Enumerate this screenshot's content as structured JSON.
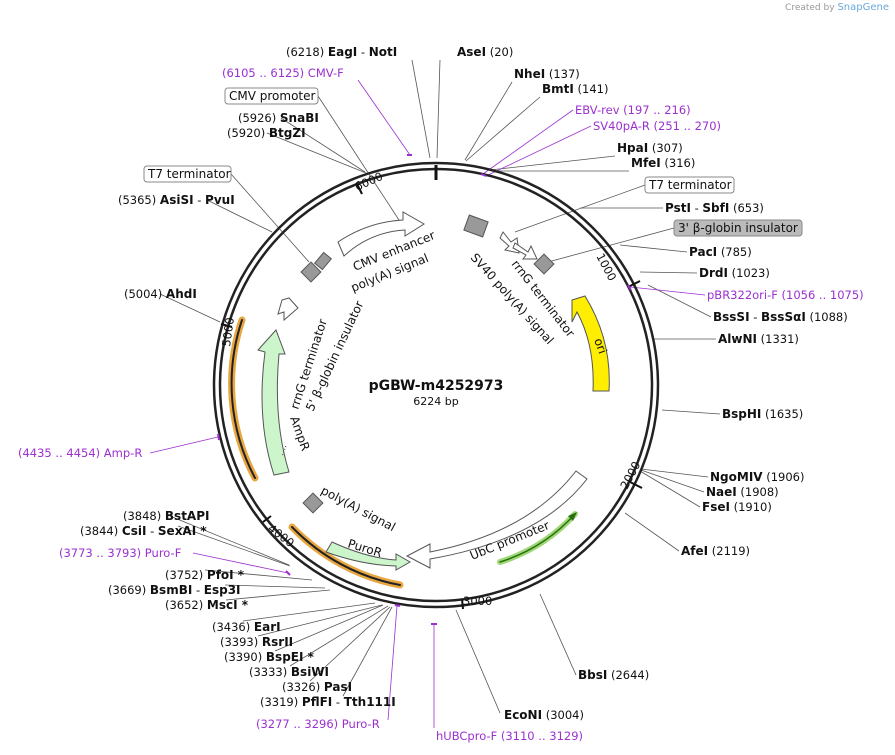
{
  "branding": {
    "created_by": "Created by",
    "app": "SnapGene"
  },
  "plasmid": {
    "name": "pGBW-m4252973",
    "length_label": "6224 bp"
  },
  "tick_labels": [
    "1000",
    "2000",
    "3000",
    "4000",
    "5000",
    "6000"
  ],
  "colors": {
    "ori": "#ffee00",
    "resistance": "#ccf5cc",
    "promoter": "#ffffff",
    "primer": "#9b30d0",
    "highlight_outline": "#e8a640",
    "enhancer_box": "#999999"
  },
  "enzymes": [
    {
      "id": "eagI-notI",
      "pos": "(6218)",
      "name": "EagI",
      "name2": "NotI"
    },
    {
      "id": "aseI",
      "pos": "(20)",
      "name": "AseI"
    },
    {
      "id": "nheI",
      "pos": "(137)",
      "name": "NheI"
    },
    {
      "id": "bmtI",
      "pos": "(141)",
      "name": "BmtI"
    },
    {
      "id": "hpaI",
      "pos": "(307)",
      "name": "HpaI"
    },
    {
      "id": "mfeI",
      "pos": "(316)",
      "name": "MfeI"
    },
    {
      "id": "pstI-sbfI",
      "pos": "(653)",
      "name": "PstI",
      "name2": "SbfI"
    },
    {
      "id": "pacI",
      "pos": "(785)",
      "name": "PacI"
    },
    {
      "id": "drdI",
      "pos": "(1023)",
      "name": "DrdI"
    },
    {
      "id": "bsssi-bsssai",
      "pos": "(1088)",
      "name": "BssSI",
      "name2": "BssSαI"
    },
    {
      "id": "alwNI",
      "pos": "(1331)",
      "name": "AlwNI"
    },
    {
      "id": "bspHI",
      "pos": "(1635)",
      "name": "BspHI"
    },
    {
      "id": "ngoMIV",
      "pos": "(1906)",
      "name": "NgoMIV"
    },
    {
      "id": "naeI",
      "pos": "(1908)",
      "name": "NaeI"
    },
    {
      "id": "fseI",
      "pos": "(1910)",
      "name": "FseI"
    },
    {
      "id": "afeI",
      "pos": "(2119)",
      "name": "AfeI"
    },
    {
      "id": "bbsI",
      "pos": "(2644)",
      "name": "BbsI"
    },
    {
      "id": "ecoNI",
      "pos": "(3004)",
      "name": "EcoNI"
    },
    {
      "id": "pflFI-tth111I",
      "pos": "(3319)",
      "name": "PflFI",
      "name2": "Tth111I"
    },
    {
      "id": "pasI",
      "pos": "(3326)",
      "name": "PasI"
    },
    {
      "id": "bsiWI",
      "pos": "(3333)",
      "name": "BsiWI"
    },
    {
      "id": "bspEI",
      "pos": "(3390)",
      "name": "BspEI *"
    },
    {
      "id": "rsrII",
      "pos": "(3393)",
      "name": "RsrII"
    },
    {
      "id": "earI",
      "pos": "(3436)",
      "name": "EarI"
    },
    {
      "id": "mscI",
      "pos": "(3652)",
      "name": "MscI *"
    },
    {
      "id": "bsmBI-esp3I",
      "pos": "(3669)",
      "name": "BsmBI",
      "name2": "Esp3I"
    },
    {
      "id": "pfoI",
      "pos": "(3752)",
      "name": "PfoI *"
    },
    {
      "id": "csiI-sexAI",
      "pos": "(3844)",
      "name": "CsiI",
      "name2": "SexAI *"
    },
    {
      "id": "bstAPI",
      "pos": "(3848)",
      "name": "BstAPI"
    },
    {
      "id": "ahdI",
      "pos": "(5004)",
      "name": "AhdI"
    },
    {
      "id": "asiSI-pvuI",
      "pos": "(5365)",
      "name": "AsiSI",
      "name2": "PvuI"
    },
    {
      "id": "btgZI",
      "pos": "(5920)",
      "name": "BtgZI"
    },
    {
      "id": "snaBI",
      "pos": "(5926)",
      "name": "SnaBI"
    }
  ],
  "primers": [
    {
      "id": "cmv-f",
      "name": "CMV-F",
      "range": "(6105 .. 6125)"
    },
    {
      "id": "ebv-rev",
      "name": "EBV-rev",
      "range": "(197 .. 216)"
    },
    {
      "id": "sv40pa-r",
      "name": "SV40pA-R",
      "range": "(251 .. 270)"
    },
    {
      "id": "pbr322ori-f",
      "name": "pBR322ori-F",
      "range": "(1056 .. 1075)"
    },
    {
      "id": "amp-r",
      "name": "Amp-R",
      "range": "(4435 .. 4454)"
    },
    {
      "id": "puro-f",
      "name": "Puro-F",
      "range": "(3773 .. 3793)"
    },
    {
      "id": "puro-r",
      "name": "Puro-R",
      "range": "(3277 .. 3296)"
    },
    {
      "id": "hubcpro-f",
      "name": "hUBCpro-F",
      "range": "(3110 .. 3129)"
    }
  ],
  "boxed_features": {
    "cmv_promoter": "CMV promoter",
    "t7_terminator_left": "T7 terminator",
    "t7_terminator_right": "T7 terminator",
    "beta_globin_insulator_3": "3' β-globin insulator"
  },
  "features": {
    "cmv_enhancer": "CMV enhancer",
    "polya_signal_top": "poly(A) signal",
    "sv40_polya": "SV40 poly(A) signal",
    "rrng_terminator_right": "rrnG terminator",
    "ori": "ori",
    "rrng_terminator_left": "rrnG terminator",
    "beta_globin_insulator_5": "5' β-globin insulator",
    "ampr": "AmpR",
    "polya_signal_bottom": "poly(A) signal",
    "puror": "PuroR",
    "ubc_promoter": "UbC promoter"
  }
}
